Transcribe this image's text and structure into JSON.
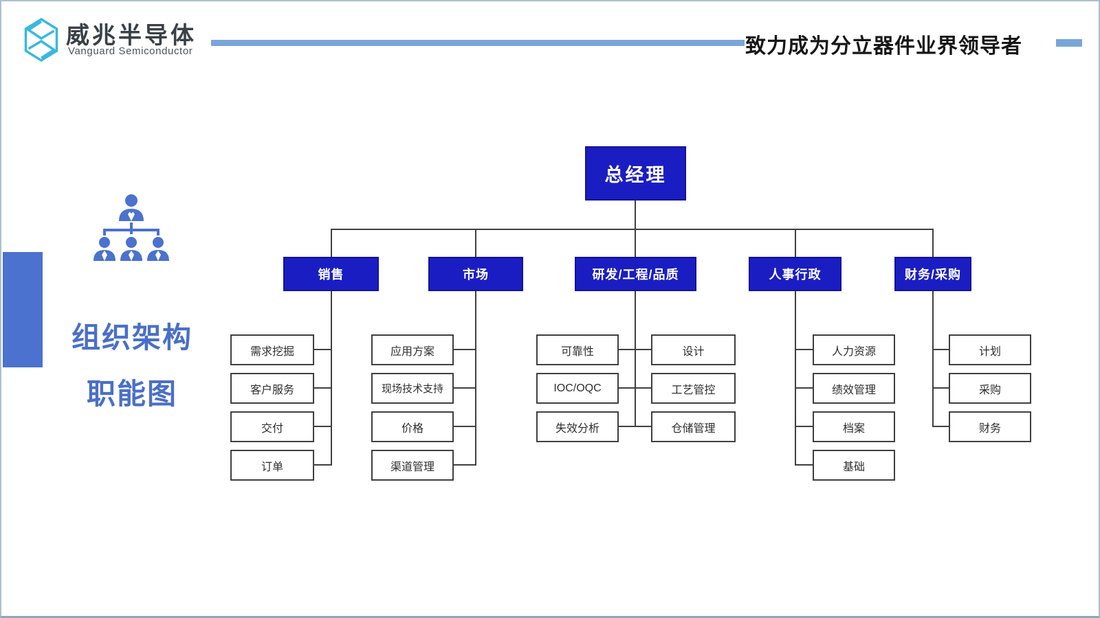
{
  "header": {
    "brand_cn": "威兆半导体",
    "brand_en": "Vanguard Semiconductor",
    "slogan": "致力成为分立器件业界领导者",
    "accent_line_color": "#7aa5d9"
  },
  "sidebar": {
    "title_line1": "组织架构",
    "title_line2": "职能图",
    "accent_color": "#4a72ce"
  },
  "org_chart": {
    "root": {
      "label": "总经理"
    },
    "departments": [
      {
        "label": "销售",
        "children_side": "left",
        "children": [
          "需求挖掘",
          "客户服务",
          "交付",
          "订单"
        ]
      },
      {
        "label": "市场",
        "children_side": "left",
        "children": [
          "应用方案",
          "现场技术支持",
          "价格",
          "渠道管理"
        ]
      },
      {
        "label": "研发/工程/品质",
        "children_side": "both",
        "children_left": [
          "可靠性",
          "IOC/OQC",
          "失效分析"
        ],
        "children_right": [
          "设计",
          "工艺管控",
          "仓储管理"
        ]
      },
      {
        "label": "人事行政",
        "children_side": "right",
        "children": [
          "人力资源",
          "绩效管理",
          "档案",
          "基础"
        ]
      },
      {
        "label": "财务/采购",
        "children_side": "right",
        "children": [
          "计划",
          "采购",
          "财务"
        ]
      }
    ],
    "node_fill_color": "#1a1ec2",
    "node_text_color": "#ffffff",
    "line_color": "#3f3f3f"
  }
}
